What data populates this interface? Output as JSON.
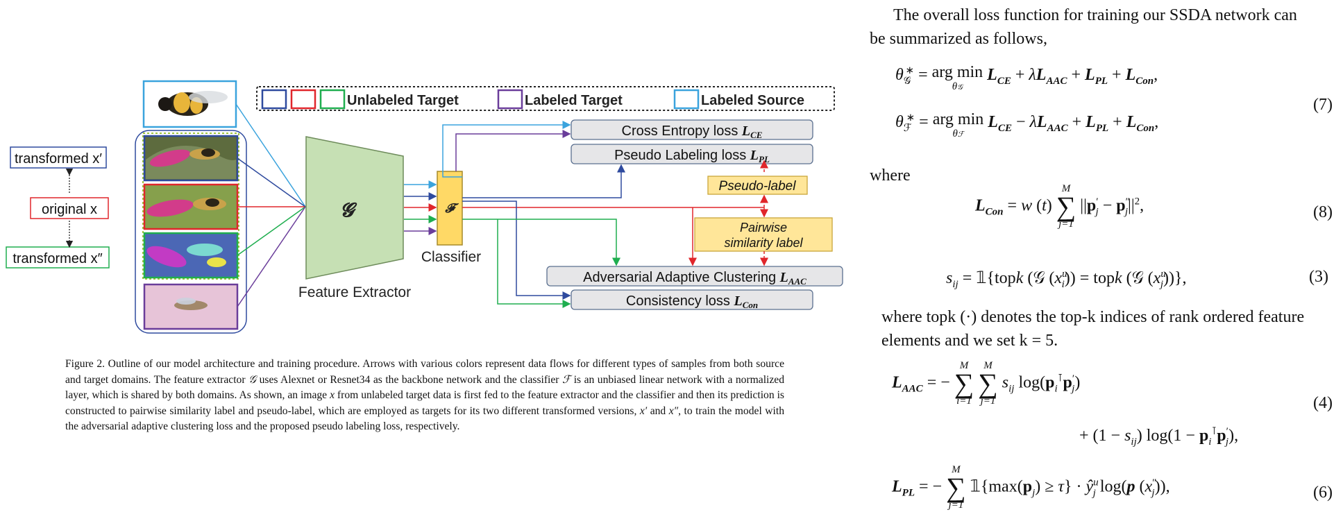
{
  "figure": {
    "legend": {
      "unlabeled_target": "Unlabeled Target",
      "labeled_target": "Labeled Target",
      "labeled_source": "Labeled Source"
    },
    "inputs": {
      "transformed_x1": "transformed x′",
      "original_x": "original x",
      "transformed_x2": "transformed x″"
    },
    "feature_extractor_symbol": "𝓖",
    "feature_extractor_label": "Feature Extractor",
    "classifier_symbol": "𝓕",
    "classifier_label": "Classifier",
    "losses": {
      "cross_entropy": "Cross Entropy loss ",
      "cross_entropy_sym": "L",
      "cross_entropy_sub": "CE",
      "pseudo_labeling": "Pseudo Labeling loss ",
      "pseudo_labeling_sym": "L",
      "pseudo_labeling_sub": "PL",
      "aac": "Adversarial Adaptive Clustering ",
      "aac_sym": "L",
      "aac_sub": "AAC",
      "consistency": "Consistency loss ",
      "consistency_sym": "L",
      "consistency_sub": "Con"
    },
    "pseudo_label": "Pseudo-label",
    "pairwise_line1": "Pairwise",
    "pairwise_line2": "similarity label",
    "colors": {
      "blue": "#2e4a9e",
      "red": "#e0262b",
      "green": "#1fae4f",
      "purple": "#6a3d9a",
      "cyan": "#3aa3dd",
      "extractor_fill": "#c6e0b4",
      "classifier_fill": "#ffd966",
      "loss_box_fill": "#e6e6e8"
    }
  },
  "caption": {
    "p1": "Figure 2. Outline of our model architecture and training procedure. Arrows with various colors represent data flows for different types of samples from both source and target domains. The feature extractor ",
    "g": "𝒢",
    "p2": " uses Alexnet or Resnet34 as the backbone network and the classifier ",
    "f": "ℱ",
    "p3": " is an unbiased linear network with a normalized layer, which is shared by both domains. As shown, an image ",
    "x": "x",
    "p4": " from unlabeled target data is first fed to the feature extractor and the classifier and then its prediction is constructed to pairwise similarity label and pseudo-label, which are employed as targets for its two different transformed versions, ",
    "x1": "x′",
    "and": " and ",
    "x2": "x″",
    "p5": ", to train the model with the adversarial adaptive clustering loss and the proposed pseudo labeling loss, respectively."
  },
  "text": {
    "intro": "The overall loss function for training our SSDA network can be summarized as follows,",
    "where": "where",
    "topk": "denotes the top-k indices of rank ordered feature elements and we set k = 5.",
    "where_topk_prefix": "where topk (·)"
  },
  "equations": {
    "eq7_num": "(7)",
    "eq8_num": "(8)",
    "eq3_num": "(3)",
    "eq4_num": "(4)",
    "eq6_num": "(6)"
  }
}
